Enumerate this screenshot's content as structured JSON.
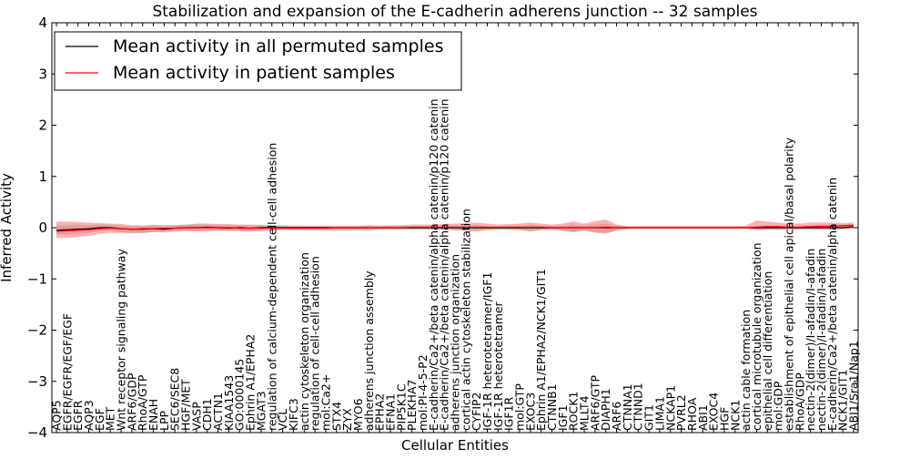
{
  "chart_data": {
    "type": "line",
    "title": "Stabilization and expansion of the E-cadherin adherens junction -- 32 samples",
    "xlabel": "Cellular Entities",
    "ylabel": "Inferred Activity",
    "ylim": [
      -4,
      4
    ],
    "yticks": [
      -4,
      -3,
      -2,
      -1,
      0,
      1,
      2,
      3,
      4
    ],
    "grid": false,
    "legend_position": "top-left",
    "categories": [
      "AQP5",
      "EGFR/EGFR/EGF/EGF",
      "EGFR",
      "AQP3",
      "EGF",
      "MET",
      "Wnt receptor signaling pathway",
      "ARF6/GDP",
      "RhoA/GTP",
      "ENAH",
      "LPP",
      "SEC6/SEC8",
      "HGF/MET",
      "VASP",
      "CDH1",
      "ACTN1",
      "KIAA1543",
      "GO:0000145",
      "Ephrin A1/EPHA2",
      "MGAT3",
      "regulation of calcium-dependent cell-cell adhesion",
      "VCL",
      "KIFC3",
      "actin cytoskeleton organization",
      "regulation of cell-cell adhesion",
      "mol:Ca2+",
      "STX4",
      "ZYX",
      "MYO6",
      "adherens junction assembly",
      "EPHA2",
      "EFNA1",
      "PIP5K1C",
      "PLEKHA7",
      "mol:PI-4-5-P2",
      "E-cadherin/Ca2+/beta catenin/alpha catenin/p120 catenin",
      "E-cadherin/Ca2+/beta catenin/alpha catenin/p120 catenin",
      "adherens junction organization",
      "cortical actin cytoskeleton stabilization",
      "CYFIP2",
      "IGF-1R heterotetramer/IGF1",
      "IGF-1R heterotetramer",
      "IGF1R",
      "mol:GTP",
      "EXOC3",
      "Ephrin A1/EPHA2/NCK1/GIT1",
      "CTNNB1",
      "IGF1",
      "ROCK1",
      "MLLT4",
      "ARF6/GTP",
      "DIAPH1",
      "ARF6",
      "CTNNA1",
      "CTNND1",
      "GIT1",
      "LIMA1",
      "NCKAP1",
      "PVRL2",
      "RHOA",
      "ABI1",
      "EXOC4",
      "HGF",
      "NCK1",
      "actin cable formation",
      "cortical microtubule organization",
      "epithelial cell differentiation",
      "mol:GDP",
      "establishment of epithelial cell apical/basal polarity",
      "RhoA/GDP",
      "nectin-2(dimer)/I-afadin/I-afadin",
      "nectin-2(dimer)/I-afadin/I-afadin",
      "E-cadherin/Ca2+/beta catenin/alpha catenin",
      "NCK1/GIT1",
      "ABI1/Sra1/Nap1"
    ],
    "series": [
      {
        "name": "Mean activity in all permuted samples",
        "color": "#000000",
        "values": [
          -0.05,
          -0.04,
          -0.03,
          -0.02,
          0.0,
          0.0,
          -0.02,
          -0.03,
          -0.03,
          -0.02,
          -0.03,
          -0.01,
          0.0,
          0.0,
          0.01,
          0.0,
          -0.01,
          0.0,
          -0.01,
          0.0,
          0.0,
          0.0,
          0.0,
          0.0,
          0.0,
          0.0,
          0.0,
          0.0,
          0.0,
          0.0,
          0.0,
          0.0,
          0.0,
          0.0,
          0.0,
          0.0,
          0.0,
          0.0,
          0.0,
          0.0,
          0.0,
          0.0,
          0.0,
          0.0,
          0.0,
          0.0,
          0.0,
          0.0,
          0.0,
          0.0,
          0.0,
          0.0,
          0.0,
          0.0,
          0.0,
          0.0,
          0.0,
          0.0,
          0.0,
          0.0,
          0.0,
          0.0,
          0.0,
          0.0,
          0.0,
          0.0,
          0.0,
          0.0,
          0.0,
          0.0,
          0.0,
          0.0,
          0.0,
          0.0,
          0.02
        ],
        "band_upper": [
          0.04,
          0.05,
          0.06,
          0.05,
          0.06,
          0.06,
          0.04,
          0.03,
          0.03,
          0.04,
          0.03,
          0.05,
          0.06,
          0.06,
          0.06,
          0.05,
          0.05,
          0.05,
          0.04,
          0.03,
          0.03,
          0.02,
          0.02,
          0.02,
          0.02,
          0.02,
          0.02,
          0.02,
          0.02,
          0.03,
          0.03,
          0.03,
          0.03,
          0.03,
          0.03,
          0.03,
          0.04,
          0.04,
          0.04,
          0.05,
          0.03,
          0.02,
          0.03,
          0.04,
          0.06,
          0.04,
          0.03,
          0.04,
          0.06,
          0.04,
          0.06,
          0.08,
          0.04,
          0.02,
          0.02,
          0.02,
          0.02,
          0.02,
          0.02,
          0.02,
          0.02,
          0.02,
          0.02,
          0.02,
          0.02,
          0.04,
          0.05,
          0.04,
          0.03,
          0.03,
          0.04,
          0.04,
          0.04,
          0.05,
          0.06
        ],
        "band_lower": [
          -0.14,
          -0.13,
          -0.12,
          -0.1,
          -0.07,
          -0.06,
          -0.09,
          -0.1,
          -0.11,
          -0.08,
          -0.1,
          -0.08,
          -0.06,
          -0.07,
          -0.05,
          -0.05,
          -0.07,
          -0.05,
          -0.06,
          -0.04,
          -0.03,
          -0.03,
          -0.03,
          -0.04,
          -0.04,
          -0.05,
          -0.07,
          -0.07,
          -0.06,
          -0.07,
          -0.04,
          -0.04,
          -0.04,
          -0.04,
          -0.04,
          -0.04,
          -0.04,
          -0.05,
          -0.05,
          -0.05,
          -0.04,
          -0.03,
          -0.03,
          -0.04,
          -0.07,
          -0.04,
          -0.04,
          -0.06,
          -0.08,
          -0.05,
          -0.08,
          -0.1,
          -0.06,
          -0.03,
          -0.02,
          -0.02,
          -0.02,
          -0.02,
          -0.02,
          -0.02,
          -0.02,
          -0.02,
          -0.02,
          -0.02,
          -0.02,
          -0.04,
          -0.04,
          -0.04,
          -0.04,
          -0.04,
          -0.04,
          -0.04,
          -0.04,
          -0.04,
          -0.03
        ]
      },
      {
        "name": "Mean activity in patient samples",
        "color": "#ff0000",
        "values": [
          -0.07,
          -0.06,
          -0.05,
          -0.04,
          -0.02,
          -0.01,
          -0.02,
          -0.03,
          -0.02,
          -0.02,
          -0.01,
          -0.01,
          0.0,
          0.0,
          0.0,
          0.0,
          0.0,
          -0.01,
          -0.01,
          -0.01,
          -0.01,
          -0.01,
          -0.01,
          -0.01,
          -0.01,
          -0.01,
          0.0,
          0.0,
          0.0,
          0.0,
          0.0,
          0.0,
          0.0,
          0.01,
          0.01,
          0.01,
          0.01,
          0.01,
          0.01,
          0.01,
          0.01,
          0.01,
          0.01,
          0.01,
          0.01,
          0.01,
          0.0,
          0.0,
          0.0,
          0.0,
          0.0,
          0.01,
          0.0,
          0.0,
          0.0,
          0.0,
          0.0,
          0.0,
          0.0,
          0.0,
          0.0,
          0.0,
          0.0,
          0.0,
          0.0,
          0.01,
          0.02,
          0.02,
          0.01,
          0.01,
          0.02,
          0.03,
          0.03,
          0.04,
          0.05
        ],
        "band_upper": [
          0.12,
          0.12,
          0.11,
          0.1,
          0.09,
          0.08,
          0.07,
          0.05,
          0.04,
          0.06,
          0.05,
          0.05,
          0.06,
          0.08,
          0.08,
          0.07,
          0.07,
          0.06,
          0.06,
          0.06,
          0.05,
          0.05,
          0.04,
          0.04,
          0.04,
          0.04,
          0.04,
          0.04,
          0.04,
          0.05,
          0.04,
          0.05,
          0.05,
          0.06,
          0.06,
          0.06,
          0.07,
          0.08,
          0.09,
          0.1,
          0.08,
          0.06,
          0.07,
          0.08,
          0.1,
          0.08,
          0.06,
          0.08,
          0.12,
          0.08,
          0.13,
          0.16,
          0.06,
          0.03,
          0.03,
          0.03,
          0.03,
          0.03,
          0.03,
          0.03,
          0.03,
          0.03,
          0.03,
          0.03,
          0.04,
          0.14,
          0.12,
          0.1,
          0.08,
          0.08,
          0.1,
          0.1,
          0.1,
          0.09,
          0.1
        ],
        "band_lower": [
          -0.2,
          -0.2,
          -0.18,
          -0.16,
          -0.12,
          -0.1,
          -0.1,
          -0.11,
          -0.1,
          -0.09,
          -0.08,
          -0.07,
          -0.06,
          -0.07,
          -0.07,
          -0.06,
          -0.06,
          -0.07,
          -0.07,
          -0.07,
          -0.06,
          -0.05,
          -0.05,
          -0.05,
          -0.05,
          -0.05,
          -0.04,
          -0.04,
          -0.04,
          -0.04,
          -0.03,
          -0.03,
          -0.03,
          -0.03,
          -0.03,
          -0.03,
          -0.04,
          -0.05,
          -0.06,
          -0.07,
          -0.05,
          -0.04,
          -0.04,
          -0.05,
          -0.07,
          -0.05,
          -0.04,
          -0.06,
          -0.09,
          -0.06,
          -0.1,
          -0.12,
          -0.05,
          -0.02,
          -0.02,
          -0.02,
          -0.02,
          -0.02,
          -0.02,
          -0.02,
          -0.02,
          -0.02,
          -0.02,
          -0.02,
          -0.02,
          -0.05,
          -0.04,
          -0.04,
          -0.03,
          -0.03,
          -0.03,
          -0.03,
          -0.03,
          -0.02,
          -0.02
        ]
      }
    ]
  }
}
